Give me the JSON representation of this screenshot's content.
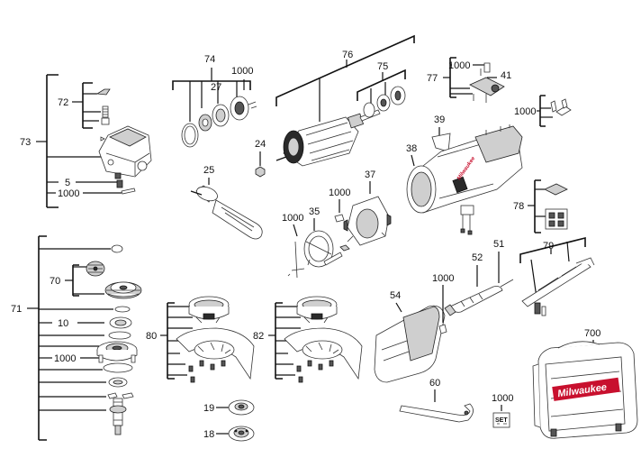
{
  "labels": {
    "l73": "73",
    "l72": "72",
    "l5": "5",
    "l1000a": "1000",
    "l74": "74",
    "l27": "27",
    "l1000b": "1000",
    "l76": "76",
    "l75": "75",
    "l77": "77",
    "l1000c": "1000",
    "l41": "41",
    "l1000d": "1000",
    "l24": "24",
    "l25": "25",
    "l39": "39",
    "l38": "38",
    "l37": "37",
    "l1000e": "1000",
    "l1000f": "1000",
    "l35": "35",
    "l78": "78",
    "l71": "71",
    "l70": "70",
    "l10": "10",
    "l1000g": "1000",
    "l80": "80",
    "l82": "82",
    "l19": "19",
    "l18": "18",
    "l54": "54",
    "l1000h": "1000",
    "l52": "52",
    "l51": "51",
    "l79": "79",
    "l60": "60",
    "l1000i": "1000",
    "l700": "700"
  },
  "set_tag": "SET",
  "case_brand": "Milwaukee",
  "housing_brand": "Milwaukee",
  "colors": {
    "brand_red": "#c8102e",
    "line": "#111111"
  }
}
